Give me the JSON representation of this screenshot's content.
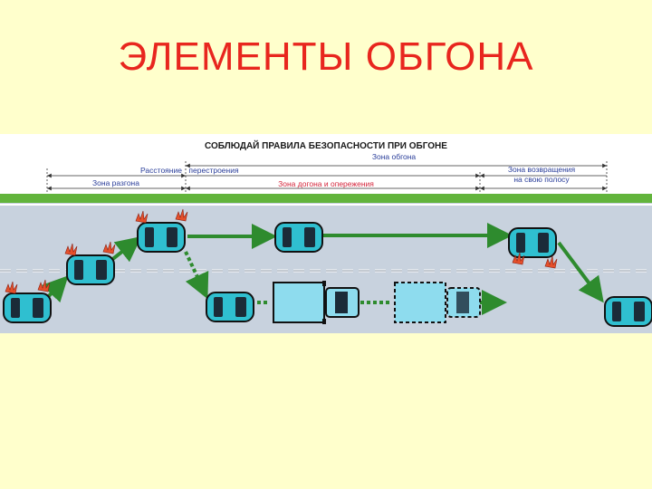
{
  "slide": {
    "title": "ЭЛЕМЕНТЫ ОБГОНА"
  },
  "diagram": {
    "header": "СОБЛЮДАЙ ПРАВИЛА БЕЗОПАСНОСТИ ПРИ ОБГОНЕ",
    "labels": {
      "overtaking_zone": "Зона обгона",
      "distance": "Расстояние",
      "lane_change": "перестроения",
      "acceleration_zone": "Зона разгона",
      "passing_zone": "Зона догона и опережения",
      "return_zone_line1": "Зона возвращения",
      "return_zone_line2": "на свою полосу"
    },
    "colors": {
      "title": "#E8261E",
      "background": "#FFFFCC",
      "road": "#C8D2DE",
      "grass": "#62B43C",
      "car": "#2FBFD0",
      "truck": "#8EDCEE",
      "arrow": "#2E8B2E",
      "label_blue": "#2A3E9A",
      "label_red": "#D4243A",
      "flash": "#E5502B"
    }
  }
}
